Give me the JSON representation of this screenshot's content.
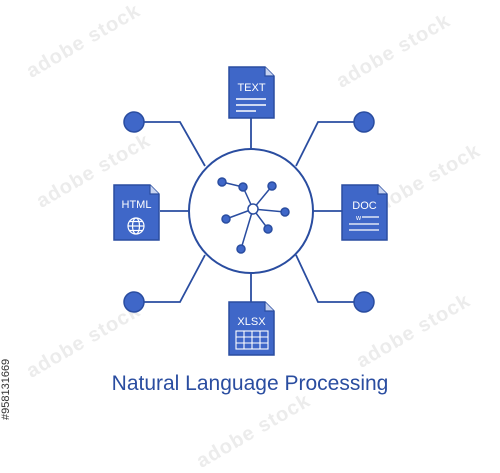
{
  "diagram": {
    "title": "Natural Language Processing",
    "center_icon": "network-icon",
    "documents": [
      {
        "label": "TEXT",
        "icon": "text-document-icon"
      },
      {
        "label": "DOC",
        "icon": "doc-document-icon"
      },
      {
        "label": "HTML",
        "icon": "html-document-icon"
      },
      {
        "label": "XLSX",
        "icon": "spreadsheet-document-icon"
      }
    ],
    "colors": {
      "stroke": "#2a4da0",
      "fill": "#3f67c8",
      "light": "#c7d3f0"
    }
  },
  "watermark": "adobe stock",
  "stock_id": "#958131669"
}
